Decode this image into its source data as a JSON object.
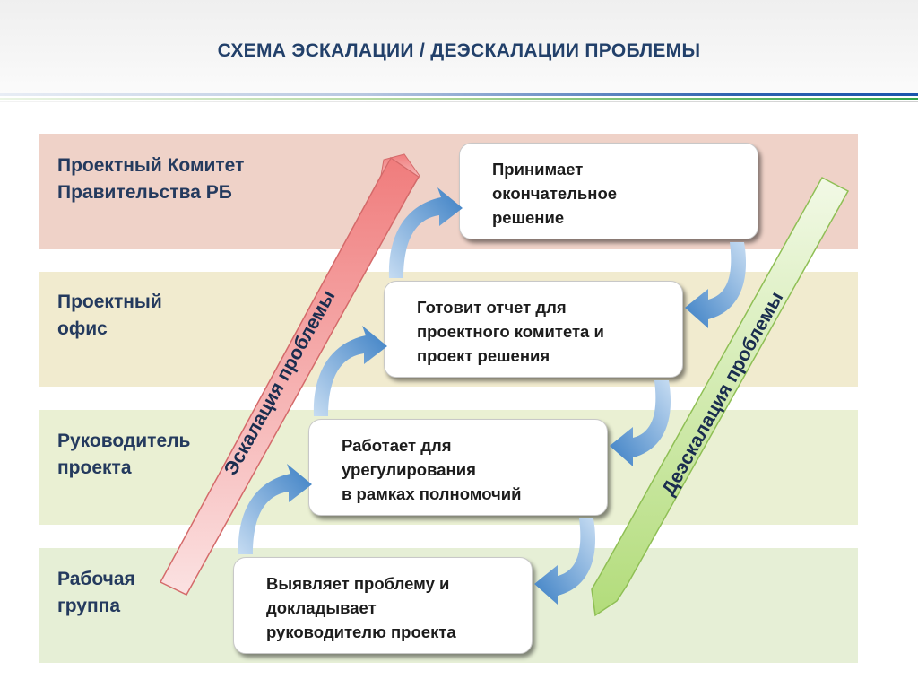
{
  "title": "СХЕМА ЭСКАЛАЦИИ / ДЕЭСКАЛАЦИИ ПРОБЛЕМЫ",
  "roles": [
    "Проектный Комитет\nПравительства РБ",
    "Проектный\n офис",
    "Руководитель\nпроекта",
    "Рабочая\nгруппа"
  ],
  "steps": [
    "Принимает\nокончательное\nрешение",
    "Готовит отчет для\nпроектного комитета и\nпроект решения",
    "Работает  для\nурегулирования\nв рамках полномочий",
    "Выявляет проблему и\nдокладывает\nруководителю проекта"
  ],
  "escalation_label": "Эскалация проблемы",
  "deescalation_label": "Деэскалация проблемы",
  "colors": {
    "title": "#22406a",
    "band_top": "#efd2c8",
    "band_office": "#f1ebcf",
    "band_manager": "#eaf0d3",
    "band_group": "#e6efd6",
    "escalation_arrow": "#f08f8f",
    "deescalation_arrow": "#c6e59a",
    "curved_arrows": "#4f8fcb"
  }
}
